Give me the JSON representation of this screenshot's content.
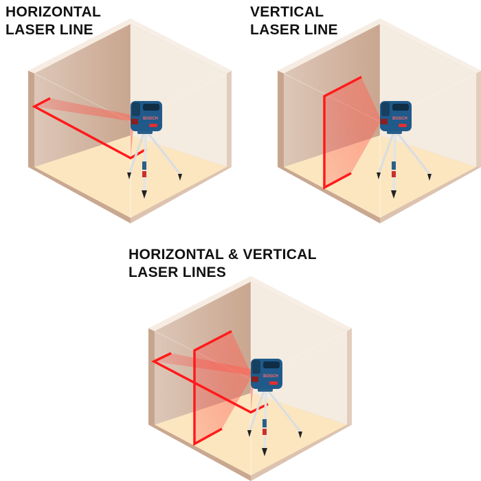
{
  "panels": [
    {
      "title_line1": "HORIZONTAL",
      "title_line2": "LASER LINE",
      "laser_mode": "horizontal"
    },
    {
      "title_line1": "VERTICAL",
      "title_line2": "LASER LINE",
      "laser_mode": "vertical"
    },
    {
      "title_line1": "HORIZONTAL & VERTICAL",
      "title_line2": "LASER LINES",
      "laser_mode": "cross"
    }
  ],
  "device": {
    "brand": "BOSCH"
  },
  "colors": {
    "laser": "#ff1a1a",
    "device_body": "#1f5a8a",
    "floor": "#fbe6c0",
    "left_wall": "#cfae98",
    "right_wall": "#f4ebe1",
    "frame": "#d5b8a2"
  }
}
